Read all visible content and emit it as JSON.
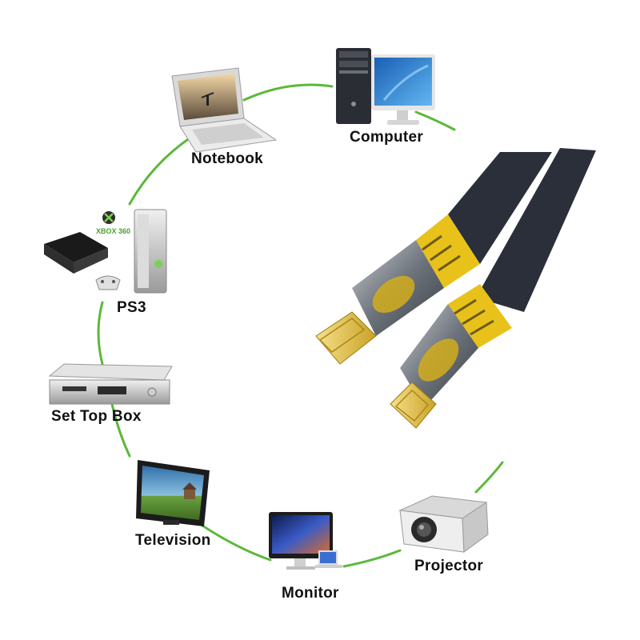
{
  "devices": [
    {
      "id": "computer",
      "label": "Computer",
      "icon": "desktop-computer-icon"
    },
    {
      "id": "notebook",
      "label": "Notebook",
      "icon": "laptop-icon"
    },
    {
      "id": "ps3",
      "label": "PS3",
      "icon": "game-console-icon"
    },
    {
      "id": "set-top-box",
      "label": "Set Top Box",
      "icon": "set-top-box-icon"
    },
    {
      "id": "television",
      "label": "Television",
      "icon": "television-icon"
    },
    {
      "id": "monitor",
      "label": "Monitor",
      "icon": "monitor-icon"
    },
    {
      "id": "projector",
      "label": "Projector",
      "icon": "projector-icon"
    }
  ],
  "xbox_logo_text": "XBOX 360",
  "center_product": {
    "icon": "hdmi-cable-icon"
  },
  "colors": {
    "connector_line": "#5cb83a",
    "cable_jacket": "#2b2f3a",
    "plug_yellow": "#e8c21a",
    "plug_metal": "#8a8f96",
    "label_text": "#111111"
  }
}
